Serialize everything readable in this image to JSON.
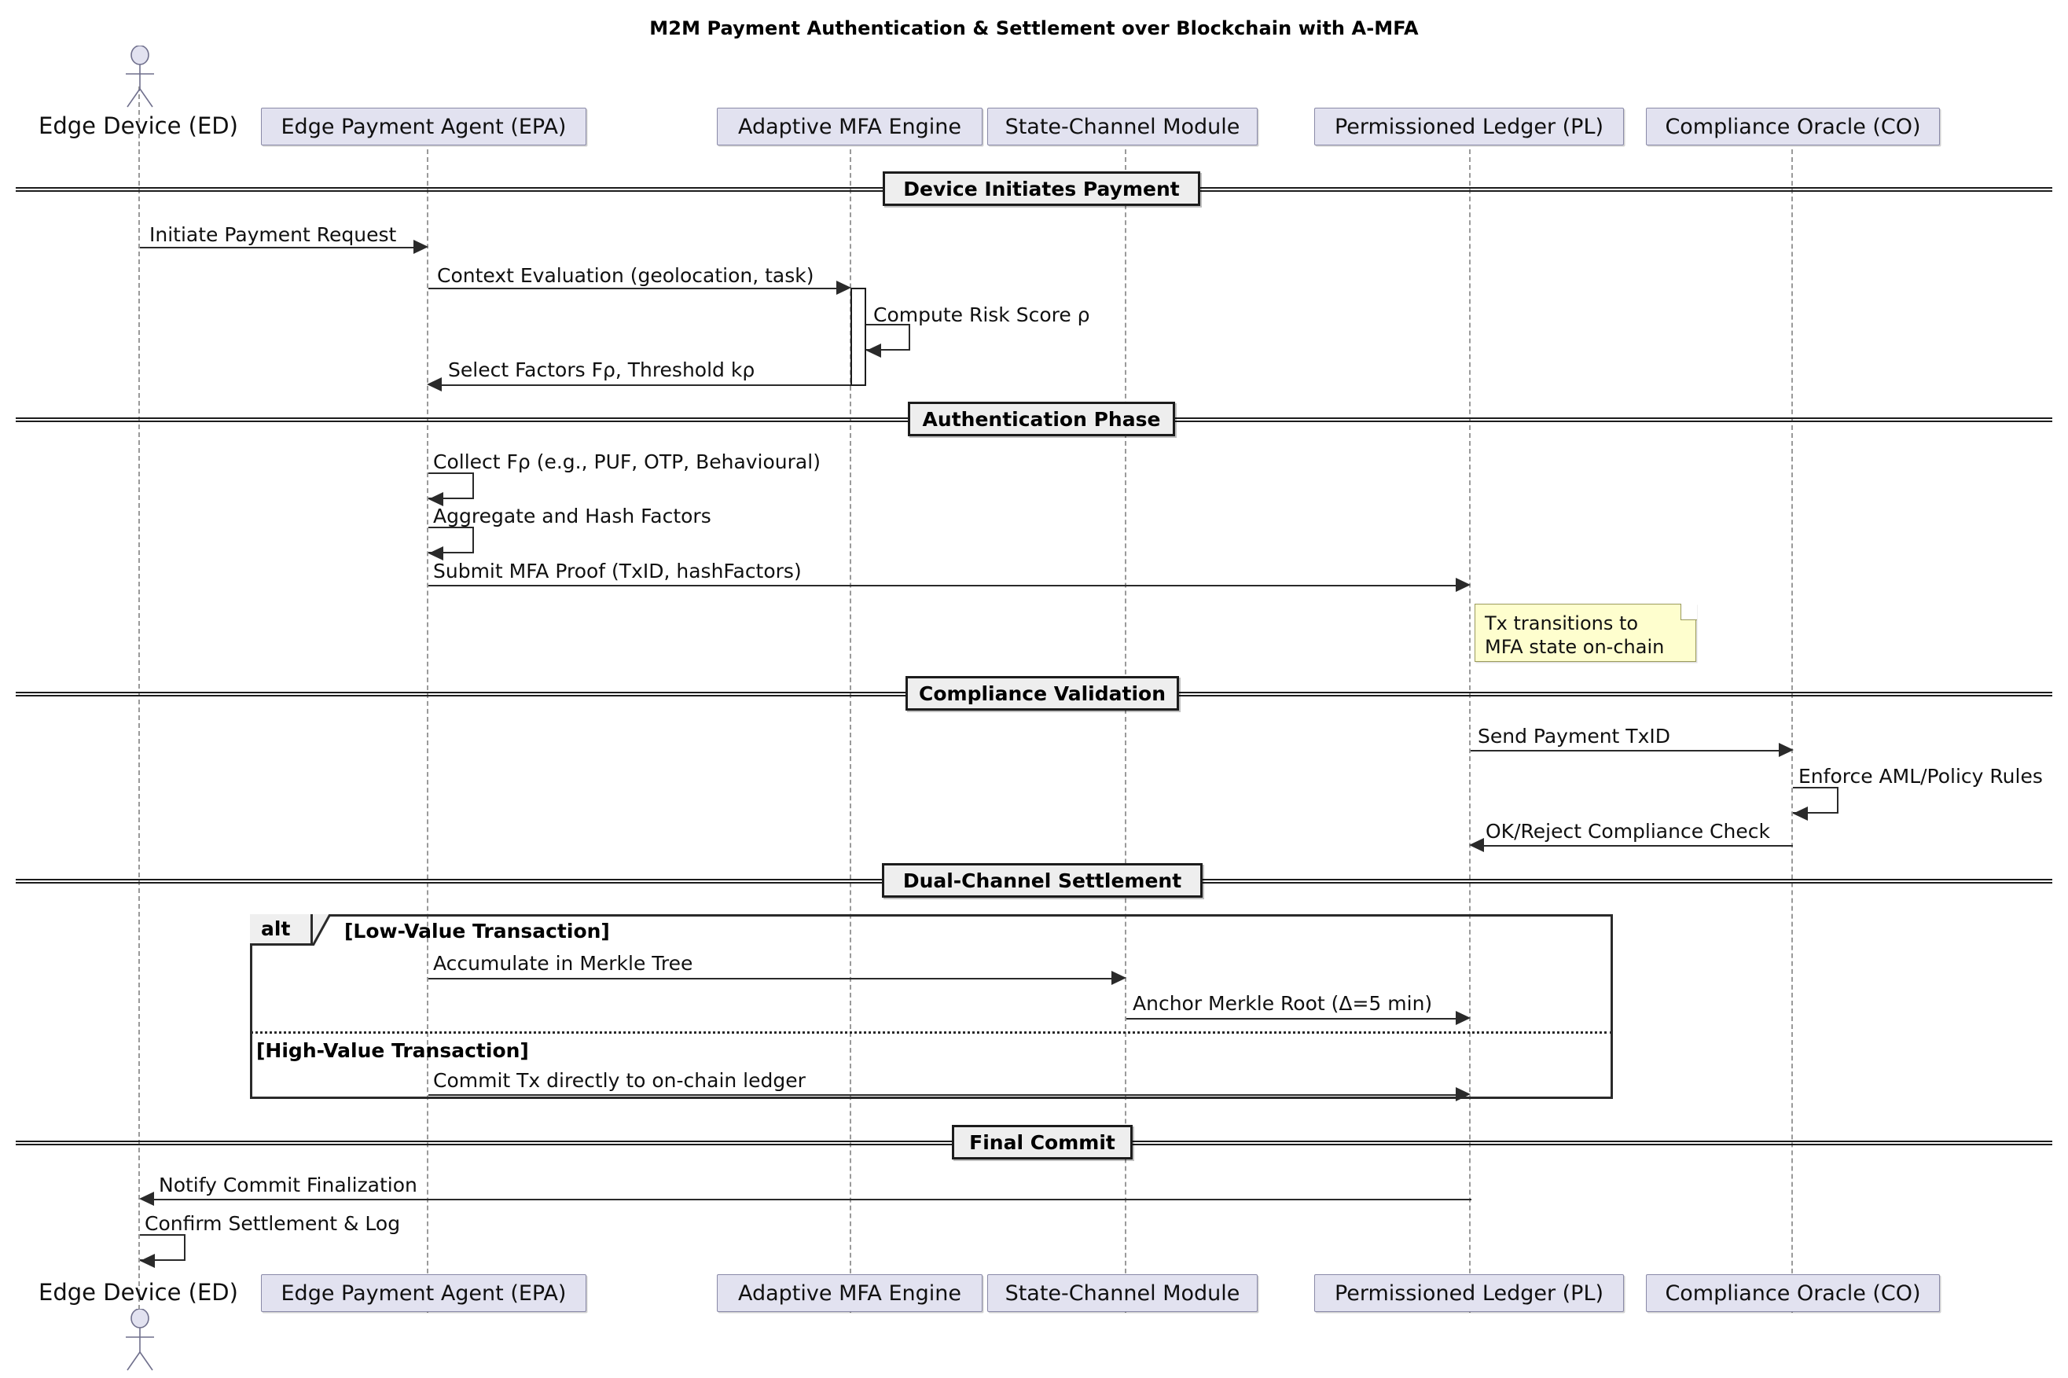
{
  "diagram": {
    "title": "M2M Payment Authentication & Settlement over Blockchain with A-MFA",
    "type": "uml-sequence-diagram",
    "colors": {
      "participant_fill": "#E2E2F0",
      "participant_border": "#8A8AA8",
      "note_fill": "#FEFECE",
      "note_border": "#9A9A5C",
      "divider_fill": "#EEEEEE",
      "line": "#2A2A2A",
      "lifeline": "#9A9A9A",
      "background": "#FFFFFF"
    }
  },
  "participants": [
    {
      "id": "ED",
      "label": "Edge Device (ED)",
      "kind": "actor"
    },
    {
      "id": "EPA",
      "label": "Edge Payment Agent (EPA)",
      "kind": "participant"
    },
    {
      "id": "MFA",
      "label": "Adaptive MFA Engine",
      "kind": "participant"
    },
    {
      "id": "SCM",
      "label": "State-Channel Module",
      "kind": "participant"
    },
    {
      "id": "PL",
      "label": "Permissioned Ledger (PL)",
      "kind": "participant"
    },
    {
      "id": "CO",
      "label": "Compliance Oracle (CO)",
      "kind": "participant"
    }
  ],
  "sections": [
    {
      "id": "sec1",
      "label": "Device Initiates Payment"
    },
    {
      "id": "sec2",
      "label": "Authentication Phase"
    },
    {
      "id": "sec3",
      "label": "Compliance Validation"
    },
    {
      "id": "sec4",
      "label": "Dual-Channel Settlement"
    },
    {
      "id": "sec5",
      "label": "Final Commit"
    }
  ],
  "messages": [
    {
      "id": "m1",
      "from": "ED",
      "to": "EPA",
      "label": "Initiate Payment Request",
      "direction": "right",
      "self": false
    },
    {
      "id": "m2",
      "from": "EPA",
      "to": "MFA",
      "label": "Context Evaluation (geolocation, task)",
      "direction": "right",
      "self": false
    },
    {
      "id": "m3",
      "from": "MFA",
      "to": "MFA",
      "label": "Compute Risk Score ρ",
      "direction": "self",
      "self": true
    },
    {
      "id": "m4",
      "from": "MFA",
      "to": "EPA",
      "label": "Select Factors Fρ, Threshold kρ",
      "direction": "left",
      "self": false
    },
    {
      "id": "m5",
      "from": "EPA",
      "to": "EPA",
      "label": "Collect Fρ (e.g., PUF, OTP, Behavioural)",
      "direction": "self",
      "self": true
    },
    {
      "id": "m6",
      "from": "EPA",
      "to": "EPA",
      "label": "Aggregate and Hash Factors",
      "direction": "self",
      "self": true
    },
    {
      "id": "m7",
      "from": "EPA",
      "to": "PL",
      "label": "Submit MFA Proof (TxID, hashFactors)",
      "direction": "right",
      "self": false
    },
    {
      "id": "m8",
      "from": "PL",
      "to": "CO",
      "label": "Send Payment TxID",
      "direction": "right",
      "self": false
    },
    {
      "id": "m9",
      "from": "CO",
      "to": "CO",
      "label": "Enforce AML/Policy Rules",
      "direction": "self",
      "self": true
    },
    {
      "id": "m10",
      "from": "CO",
      "to": "PL",
      "label": "OK/Reject Compliance Check",
      "direction": "left",
      "self": false
    },
    {
      "id": "m11",
      "from": "EPA",
      "to": "SCM",
      "label": "Accumulate in Merkle Tree",
      "direction": "right",
      "self": false
    },
    {
      "id": "m12",
      "from": "SCM",
      "to": "PL",
      "label": "Anchor Merkle Root (Δ=5 min)",
      "direction": "right",
      "self": false
    },
    {
      "id": "m13",
      "from": "EPA",
      "to": "PL",
      "label": "Commit Tx directly to on-chain ledger",
      "direction": "right",
      "self": false
    },
    {
      "id": "m14",
      "from": "PL",
      "to": "ED",
      "label": "Notify Commit Finalization",
      "direction": "left",
      "self": false
    },
    {
      "id": "m15",
      "from": "ED",
      "to": "ED",
      "label": "Confirm Settlement & Log",
      "direction": "self",
      "self": true
    }
  ],
  "notes": [
    {
      "id": "n1",
      "attached_to": "PL",
      "text": "Tx transitions to\nMFA state on-chain"
    }
  ],
  "fragment": {
    "operator": "alt",
    "branches": [
      {
        "guard": "[Low-Value Transaction]",
        "messages": [
          "m11",
          "m12"
        ]
      },
      {
        "guard": "[High-Value Transaction]",
        "messages": [
          "m13"
        ]
      }
    ]
  }
}
